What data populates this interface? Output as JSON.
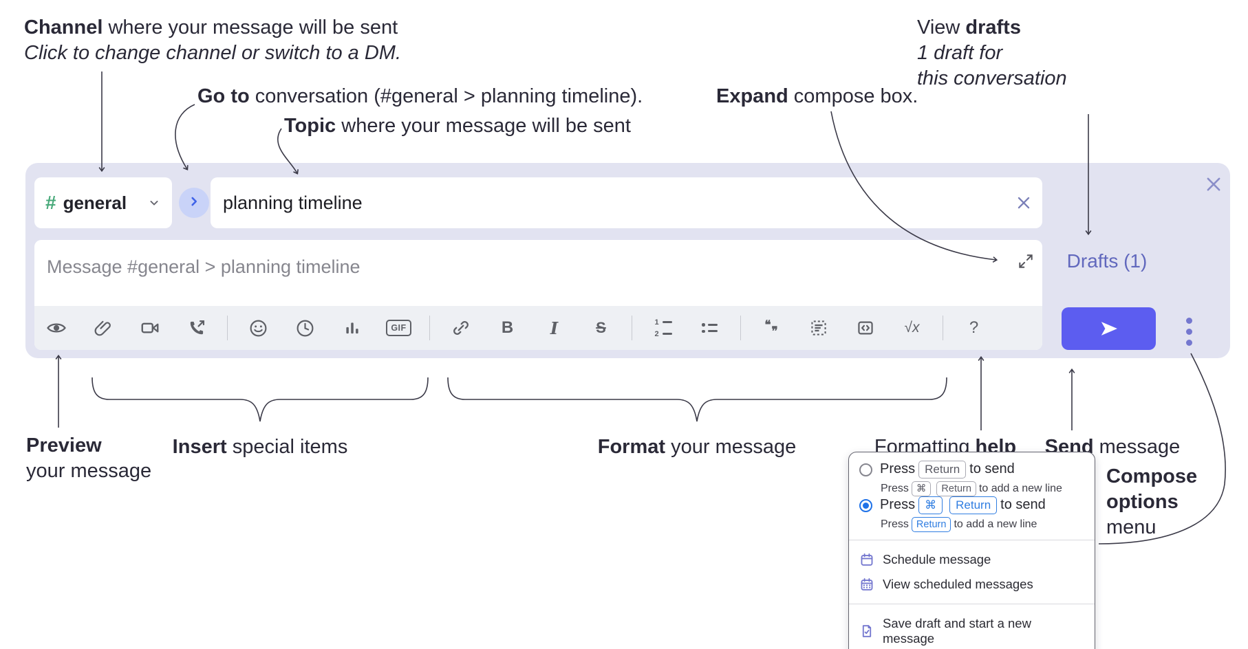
{
  "colors": {
    "container_bg": "#e2e3f1",
    "toolbar_bg": "#eef0f4",
    "send_button": "#5c5df0",
    "accent_purple": "#6168bd",
    "hash_green": "#48a97a",
    "circle_button_bg": "#c9d3f8",
    "circle_button_arrow": "#3f63e8",
    "icon_gray": "#5e6066",
    "annotation_text": "#2a2937",
    "line_color": "#3a3947",
    "radio_blue": "#1f72e8",
    "kbd_blue": "#2f7de1",
    "menu_icon_purple": "#7477cf"
  },
  "annotations": {
    "channel": {
      "bold": "Channel",
      "rest": " where your message will be sent",
      "line2": "Click to change channel or switch to a DM."
    },
    "goto": {
      "bold": "Go to",
      "rest": " conversation (#general > planning timeline)."
    },
    "topic": {
      "bold": "Topic",
      "rest": " where your message will be sent"
    },
    "expand": {
      "bold": "Expand",
      "rest": " compose box."
    },
    "drafts": {
      "pre": "View ",
      "bold": "drafts",
      "line2": "1 draft for",
      "line3": "this conversation"
    },
    "preview": {
      "bold": "Preview",
      "line2": "your message"
    },
    "insert": {
      "bold": "Insert",
      "rest": " special items"
    },
    "format": {
      "bold": "Format",
      "rest": " your message"
    },
    "formatting_help": {
      "pre": "Formatting ",
      "bold": "help"
    },
    "send": {
      "bold": "Send",
      "rest": " message"
    },
    "compose_options": {
      "line1": "Compose",
      "line2": "options",
      "line3": "menu"
    }
  },
  "compose": {
    "channel_selector": {
      "hash": "#",
      "name": "general"
    },
    "topic_input": {
      "value": "planning timeline"
    },
    "message_input": {
      "placeholder": "Message #general > planning timeline"
    },
    "drafts_link": "Drafts (1)",
    "toolbar_icons": [
      "eye",
      "paperclip",
      "video-camera",
      "phone-call",
      "emoji",
      "clock",
      "bar-chart",
      "gif",
      "link",
      "bold",
      "italic",
      "strikethrough",
      "ordered-list",
      "bullet-list",
      "quote",
      "text-snippet",
      "code-block",
      "formula",
      "help"
    ],
    "glyphs": {
      "bold": "B",
      "italic": "I",
      "strikethrough": "S",
      "gif": "GIF",
      "formula": "√x",
      "help": "?",
      "quote_open": "❝",
      "quote_close": "❞",
      "ol_1": "1",
      "ol_2": "2"
    }
  },
  "popup": {
    "options": [
      {
        "selected": false,
        "main": {
          "t1": "Press",
          "k1": "Return",
          "t2": "to send"
        },
        "sub": {
          "t1": "Press",
          "k1": "⌘",
          "k2": "Return",
          "t2": "to add a new line"
        }
      },
      {
        "selected": true,
        "main": {
          "t1": "Press",
          "k1": "⌘",
          "k2": "Return",
          "t2": "to send"
        },
        "sub": {
          "t1": "Press",
          "k1": "Return",
          "t2": "to add a new line"
        }
      }
    ],
    "menu_items": [
      {
        "icon": "calendar-icon",
        "label": "Schedule message"
      },
      {
        "icon": "calendar-grid-icon",
        "label": "View scheduled messages"
      },
      {
        "icon": "save-draft-icon",
        "label": "Save draft and start a new message"
      }
    ]
  }
}
